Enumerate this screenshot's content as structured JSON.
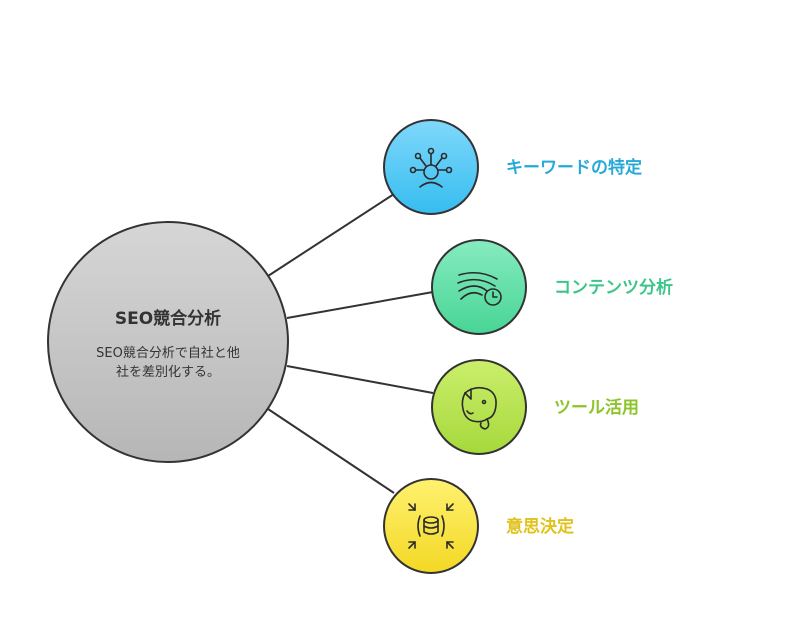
{
  "center": {
    "title": "SEO競合分析",
    "description_lines": [
      "SEO競合分析で自社と他",
      "社を差別化する。"
    ]
  },
  "branches": [
    {
      "label": "キーワードの特定",
      "color": "#27a9d8",
      "fill_top": "#7fd8fb",
      "fill_bottom": "#36bdf0",
      "icon": "keyword-person-network-icon"
    },
    {
      "label": "コンテンツ分析",
      "color": "#3cc58a",
      "fill_top": "#86ebc0",
      "fill_bottom": "#48d595",
      "icon": "content-flow-chart-icon"
    },
    {
      "label": "ツール活用",
      "color": "#8cc429",
      "fill_top": "#cbee6c",
      "fill_bottom": "#a6d93b",
      "icon": "evernote-elephant-icon"
    },
    {
      "label": "意思決定",
      "color": "#e0c21b",
      "fill_top": "#fff170",
      "fill_bottom": "#f3d824",
      "icon": "database-expand-icon"
    }
  ],
  "colors": {
    "center_fill_top": "#d6d6d6",
    "center_fill_bottom": "#b6b6b6",
    "outline": "#333333",
    "connector": "#333333"
  }
}
